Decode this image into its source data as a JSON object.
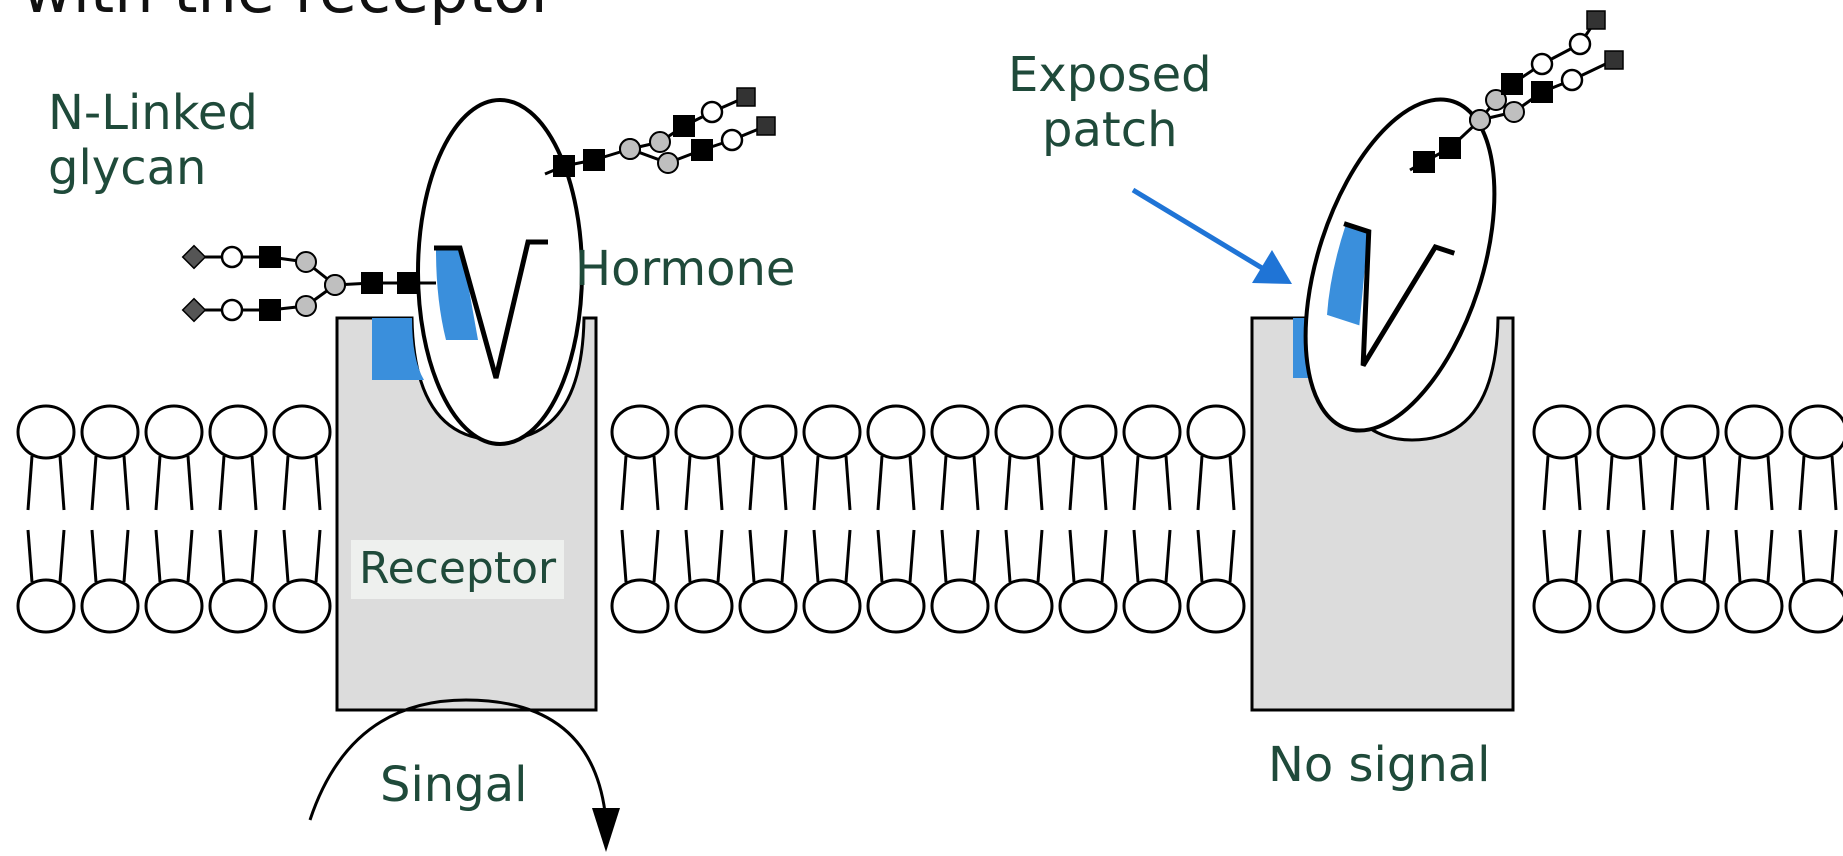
{
  "heading": "with the receptor",
  "labels": {
    "glycan": "N-Linked\nglycan",
    "hormone": "Hormone",
    "exposed_patch": "Exposed\npatch",
    "receptor": "Receptor",
    "signal": "Singal",
    "no_signal": "No signal"
  },
  "colors": {
    "membrane_stroke": "#000000",
    "receptor_fill": "#dcdcdc",
    "binding_patch": "#3a8fdc",
    "arrow_blue": "#1f74d6",
    "label_text": "#1f4a3a",
    "sugar_square": "#000000",
    "sugar_grey_circle": "#bfbfbf",
    "sugar_white_circle": "#ffffff"
  }
}
